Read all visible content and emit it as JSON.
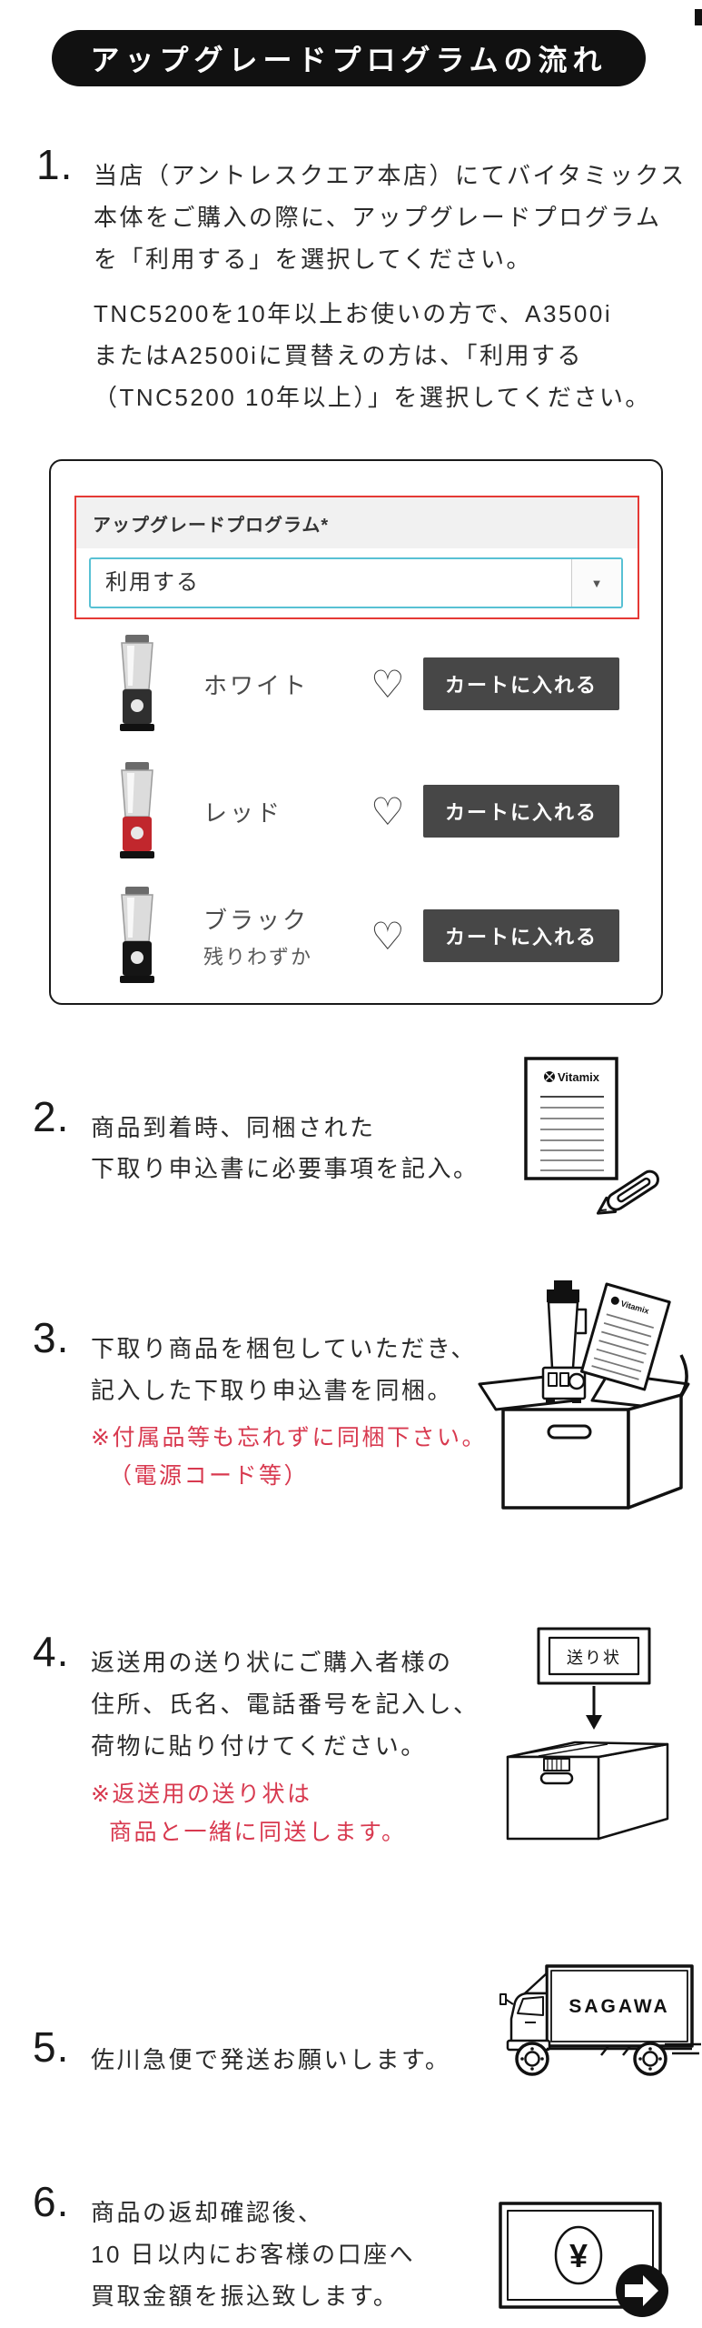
{
  "header": {
    "title": "アップグレードプログラムの流れ"
  },
  "steps": [
    {
      "number": "1.",
      "para1": [
        "当店（アントレスクエア本店）にてバイタミックス",
        "本体をご購入の際に、アップグレードプログラム",
        "を「利用する」を選択してください。"
      ],
      "para2": [
        "TNC5200を10年以上お使いの方で、A3500i",
        "またはA2500iに買替えの方は、「利用する",
        "（TNC5200 10年以上）」を選択してください。"
      ]
    },
    {
      "number": "2.",
      "lines": [
        "商品到着時、同梱された",
        "下取り申込書に必要事項を記入。"
      ]
    },
    {
      "number": "3.",
      "lines": [
        "下取り商品を梱包していただき、",
        "記入した下取り申込書を同梱。"
      ],
      "note": [
        "※付属品等も忘れずに同梱下さい。",
        "（電源コード等）"
      ]
    },
    {
      "number": "4.",
      "lines": [
        "返送用の送り状にご購入者様の",
        "住所、氏名、電話番号を記入し、",
        "荷物に貼り付けてください。"
      ],
      "note": [
        "※返送用の送り状は",
        "商品と一緒に同送します。"
      ]
    },
    {
      "number": "5.",
      "lines": [
        "佐川急便で発送お願いします。"
      ]
    },
    {
      "number": "6.",
      "lines": [
        "商品の返却確認後、",
        "10 日以内にお客様の口座へ",
        "買取金額を振込致します。"
      ]
    }
  ],
  "form": {
    "label": "アップグレードプログラム*",
    "select_value": "利用する"
  },
  "products": [
    {
      "name": "ホワイト",
      "cart": "カートに入れる",
      "base": "#2f2f2f"
    },
    {
      "name": "レッド",
      "cart": "カートに入れる",
      "base": "#c1272d"
    },
    {
      "name": "ブラック",
      "stock_note": "残りわずか",
      "cart": "カートに入れる",
      "base": "#151515"
    }
  ],
  "icons": {
    "heart": "♡",
    "dropdown_arrow": "▼"
  },
  "illustrations": {
    "doc_brand": "Vitamix",
    "paper_brand": "Vitamix",
    "shipping_label": "送り状",
    "truck_text": "SAGAWA",
    "yen": "¥"
  },
  "colors": {
    "header_bg": "#111111",
    "field_border_red": "#e53935",
    "note_red": "#d8394f",
    "select_teal": "#58c1d4",
    "button_bg": "#474747"
  }
}
